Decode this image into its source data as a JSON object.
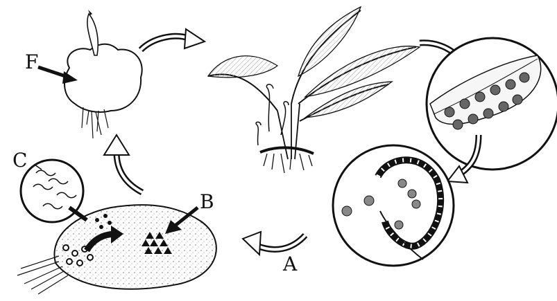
{
  "labels": {
    "a": "A",
    "b": "B",
    "c": "C",
    "f": "F"
  },
  "colors": {
    "ink": "#111111",
    "paper": "#ffffff",
    "gray": "#8a8a8a"
  }
}
